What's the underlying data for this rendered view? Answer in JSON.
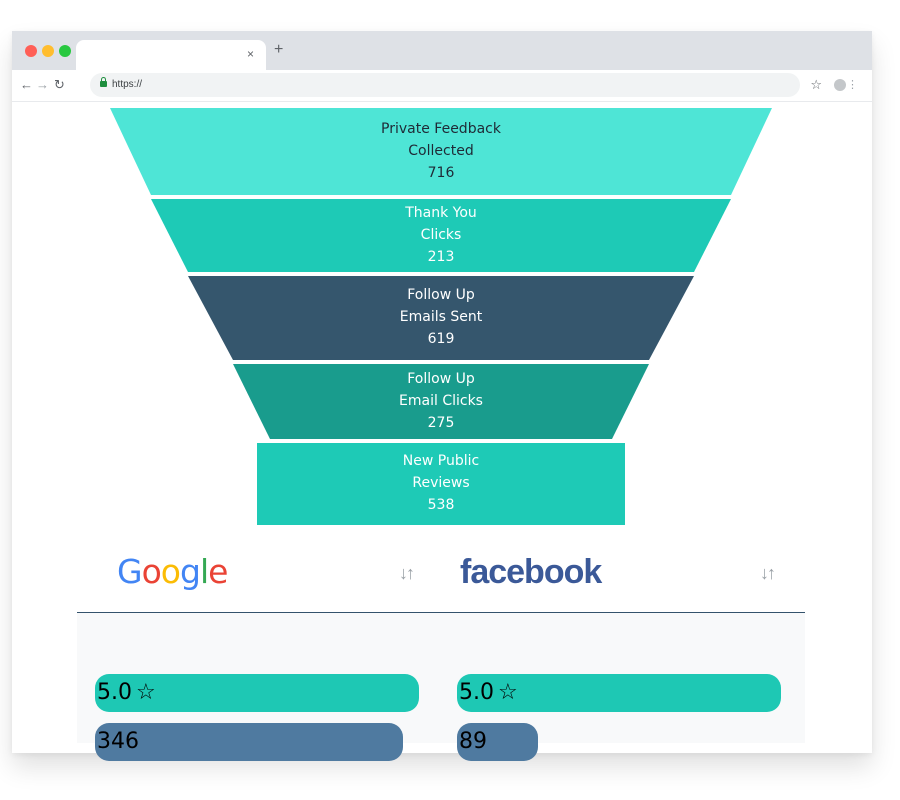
{
  "browser": {
    "tab_close": "×",
    "new_tab": "+",
    "url": "https://"
  },
  "funnel": {
    "stages": [
      {
        "line1": "Private Feedback",
        "line2": "Collected",
        "value": 716,
        "value_text": "716",
        "color": "#4ee5d6",
        "text_color": "dark"
      },
      {
        "line1": "Thank You",
        "line2": "Clicks",
        "value": 213,
        "value_text": "213",
        "color": "#1ecab6",
        "text_color": "light"
      },
      {
        "line1": "Follow Up",
        "line2": "Emails Sent",
        "value": 619,
        "value_text": "619",
        "color": "#35566d",
        "text_color": "light"
      },
      {
        "line1": "Follow Up",
        "line2": "Email Clicks",
        "value": 275,
        "value_text": "275",
        "color": "#199c8d",
        "text_color": "light"
      },
      {
        "line1": "New Public",
        "line2": "Reviews",
        "value": 538,
        "value_text": "538",
        "color": "#1ecab6",
        "text_color": "light"
      }
    ]
  },
  "providers": {
    "google": {
      "logo_letters": [
        "G",
        "o",
        "o",
        "g",
        "l",
        "e"
      ],
      "rating": "5.0",
      "rating_value": 5.0,
      "rating_fill": 1.0,
      "count": "346",
      "count_value": 346,
      "count_fill": 0.95
    },
    "facebook": {
      "logo": "facebook",
      "rating": "5.0",
      "rating_value": 5.0,
      "rating_fill": 1.0,
      "count": "89",
      "count_value": 89,
      "count_fill": 0.25
    },
    "sort_icon": "sort-arrows-icon",
    "star_icon": "star-outline-icon"
  },
  "colors": {
    "rating_bar": "#1ec8b4",
    "count_bar": "#4f7aa0",
    "divider": "#34536c"
  }
}
